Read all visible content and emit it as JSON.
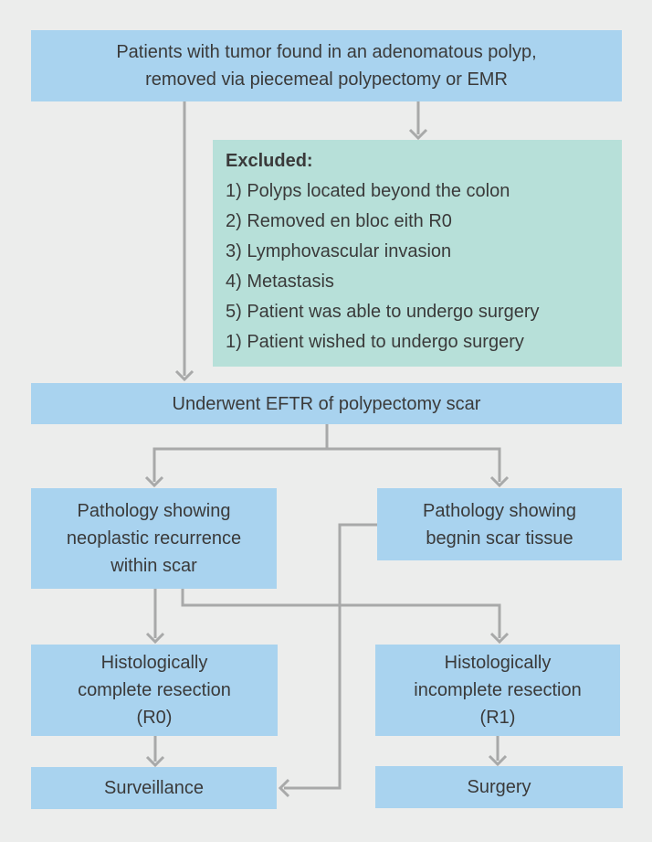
{
  "flowchart": {
    "nodes": {
      "start": {
        "label": "Patients with tumor found in an adenomatous polyp,\nremoved via piecemeal polypectomy or EMR"
      },
      "eftr": {
        "label": "Underwent EFTR of polypectomy scar"
      },
      "recurrence": {
        "label": "Pathology showing\nneoplastic recurrence\nwithin scar"
      },
      "benign": {
        "label": "Pathology showing\nbegnin scar tissue"
      },
      "r0": {
        "label": "Histologically\ncomplete resection\n(R0)"
      },
      "r1": {
        "label": "Histologically\nincomplete resection\n(R1)"
      },
      "surveillance": {
        "label": "Surveillance"
      },
      "surgery": {
        "label": "Surgery"
      }
    },
    "excluded": {
      "heading": "Excluded:",
      "items": [
        "1) Polyps located beyond the colon",
        "2) Removed en bloc eith R0",
        "3) Lymphovascular invasion",
        "4) Metastasis",
        "5) Patient was able to undergo surgery",
        "1) Patient wished to undergo surgery"
      ]
    },
    "colors": {
      "background": "#ecedec",
      "node_blue": "#a9d3ef",
      "excluded_teal": "#b7e0d9",
      "connector_gray": "#a8a9a9",
      "text": "#3a3a3a"
    }
  }
}
